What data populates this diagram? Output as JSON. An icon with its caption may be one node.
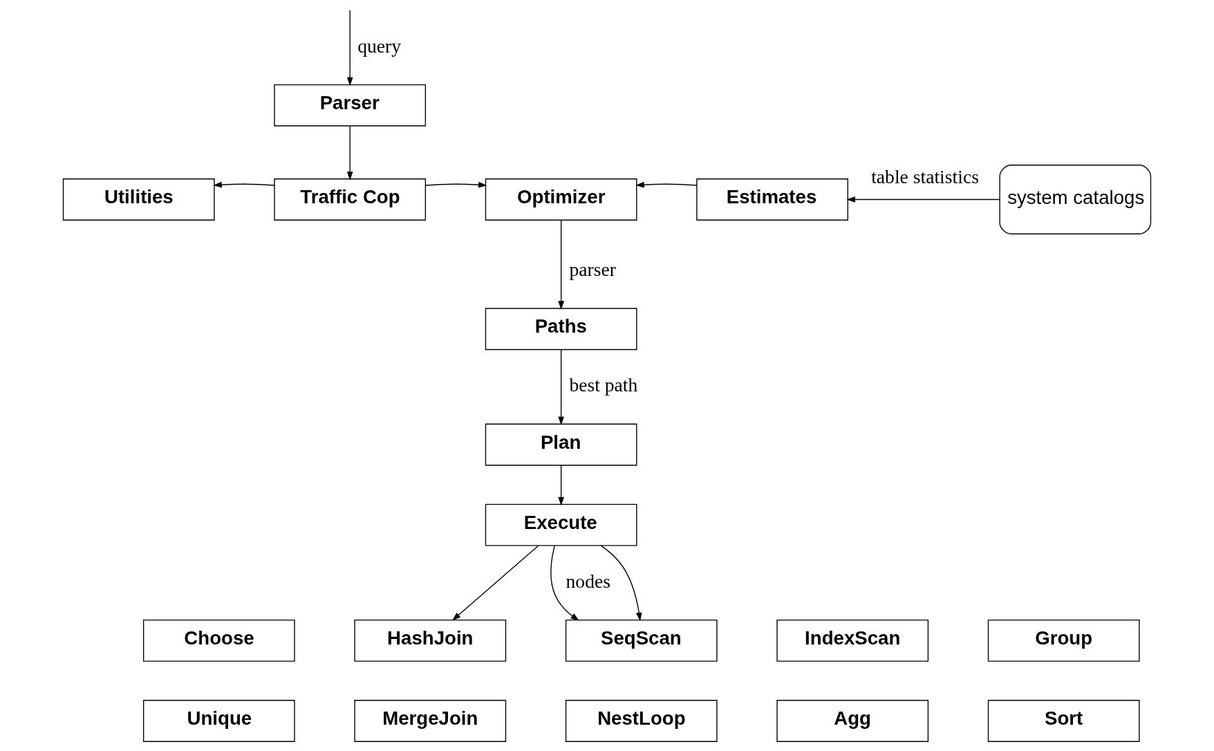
{
  "diagram": {
    "nodes": [
      {
        "text": [
          "Parser"
        ]
      },
      {
        "text": [
          "Utilities"
        ]
      },
      {
        "text": [
          "Traffic Cop"
        ]
      },
      {
        "text": [
          "Optimizer"
        ]
      },
      {
        "text": [
          "Estimates"
        ]
      },
      {
        "text": [
          "system catalogs"
        ]
      },
      {
        "text": [
          "Paths"
        ]
      },
      {
        "text": [
          "Plan"
        ]
      },
      {
        "text": [
          "Execute"
        ]
      },
      {
        "text": [
          "Choose"
        ]
      },
      {
        "text": [
          "HashJoin"
        ]
      },
      {
        "text": [
          "SeqScan"
        ]
      },
      {
        "text": [
          "IndexScan"
        ]
      },
      {
        "text": [
          "Group"
        ]
      },
      {
        "text": [
          "Unique"
        ]
      },
      {
        "text": [
          "MergeJoin"
        ]
      },
      {
        "text": [
          "NestLoop"
        ]
      },
      {
        "text": [
          "Agg"
        ]
      },
      {
        "text": [
          "Sort"
        ]
      }
    ],
    "edges": [
      {
        "from": null,
        "to": 0,
        "arrow": "to",
        "label": "query"
      },
      {
        "from": 0,
        "to": 2,
        "arrow": "to"
      },
      {
        "from": 2,
        "to": 1,
        "arrow": "to"
      },
      {
        "from": 2,
        "to": 3,
        "arrow": "to"
      },
      {
        "from": 4,
        "to": 3,
        "arrow": "to"
      },
      {
        "from": 5,
        "to": 4,
        "arrow": "to",
        "label": "table statistics"
      },
      {
        "from": 3,
        "to": 6,
        "arrow": "to",
        "label": "parser"
      },
      {
        "from": 6,
        "to": 7,
        "arrow": "to",
        "label": "best path"
      },
      {
        "from": 7,
        "to": 8,
        "arrow": "to"
      },
      {
        "from": 8,
        "to": 10,
        "arrow": "to"
      },
      {
        "from": 8,
        "to": 11,
        "arrow": "to",
        "label": "nodes"
      },
      {
        "from": 8,
        "to": 11,
        "arrow": "to"
      }
    ]
  }
}
